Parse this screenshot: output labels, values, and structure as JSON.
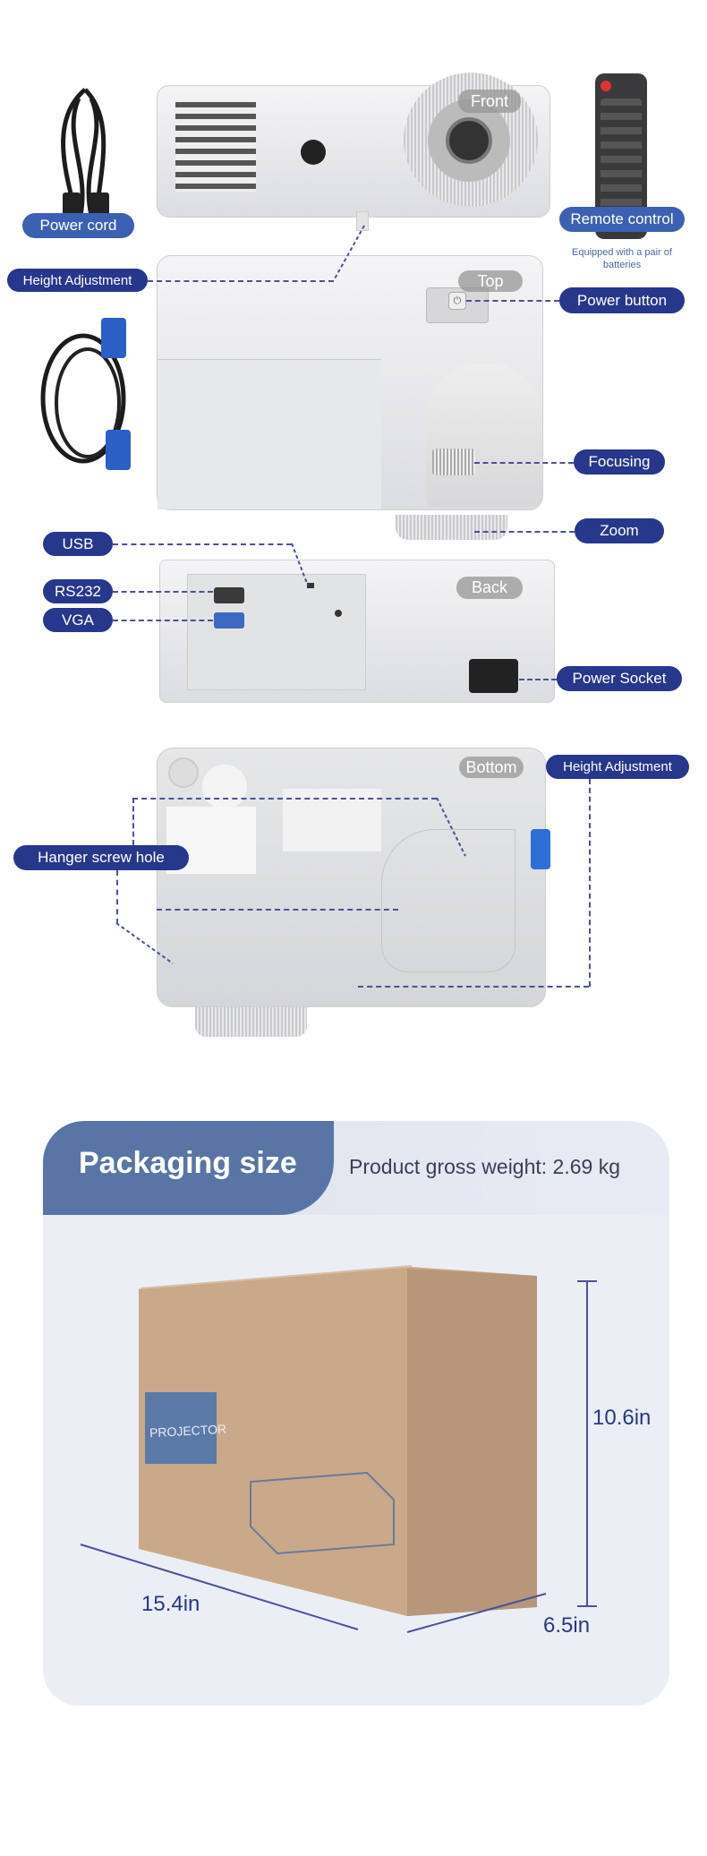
{
  "accessories": {
    "power_cord": "Power cord",
    "remote_control": "Remote control",
    "remote_note": "Equipped with a pair of batteries"
  },
  "views": {
    "front": "Front",
    "top": "Top",
    "back": "Back",
    "bottom": "Bottom"
  },
  "callouts": {
    "height_adjustment": "Height Adjustment",
    "power_button": "Power button",
    "focusing": "Focusing",
    "zoom": "Zoom",
    "usb": "USB",
    "rs232": "RS232",
    "vga": "VGA",
    "power_socket": "Power Socket",
    "height_adjustment_bottom": "Height Adjustment",
    "hanger_screw_hole": "Hanger screw hole"
  },
  "packaging": {
    "title": "Packaging size",
    "weight": "Product gross weight: 2.69 kg",
    "box_label": "PROJECTOR",
    "height": "10.6in",
    "length": "15.4in",
    "depth": "6.5in"
  },
  "colors": {
    "label_dark": "#27378c",
    "label_light": "#3c61b3",
    "header": "#5875a6"
  }
}
